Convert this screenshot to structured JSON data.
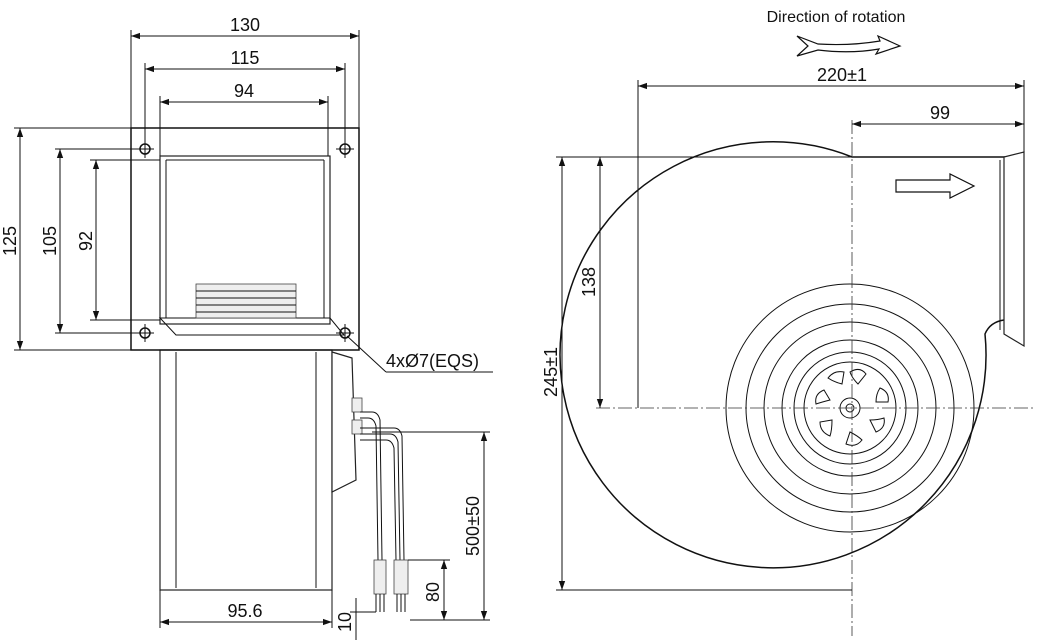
{
  "side_view": {
    "dim_width_outer": "130",
    "dim_width_holes": "115",
    "dim_width_outlet": "94",
    "dim_height_outer": "125",
    "dim_height_holes": "105",
    "dim_height_outlet": "92",
    "hole_callout": "4xØ7(EQS)",
    "dim_body_width": "95.6",
    "dim_cable_length": "500±50",
    "dim_strip_length": "80",
    "dim_wire_end": "10"
  },
  "front_view": {
    "rotation_label": "Direction of rotation",
    "dim_total_width": "220±1",
    "dim_axis_to_outlet": "99",
    "dim_total_height": "245±1",
    "dim_outlet_height": "138"
  }
}
